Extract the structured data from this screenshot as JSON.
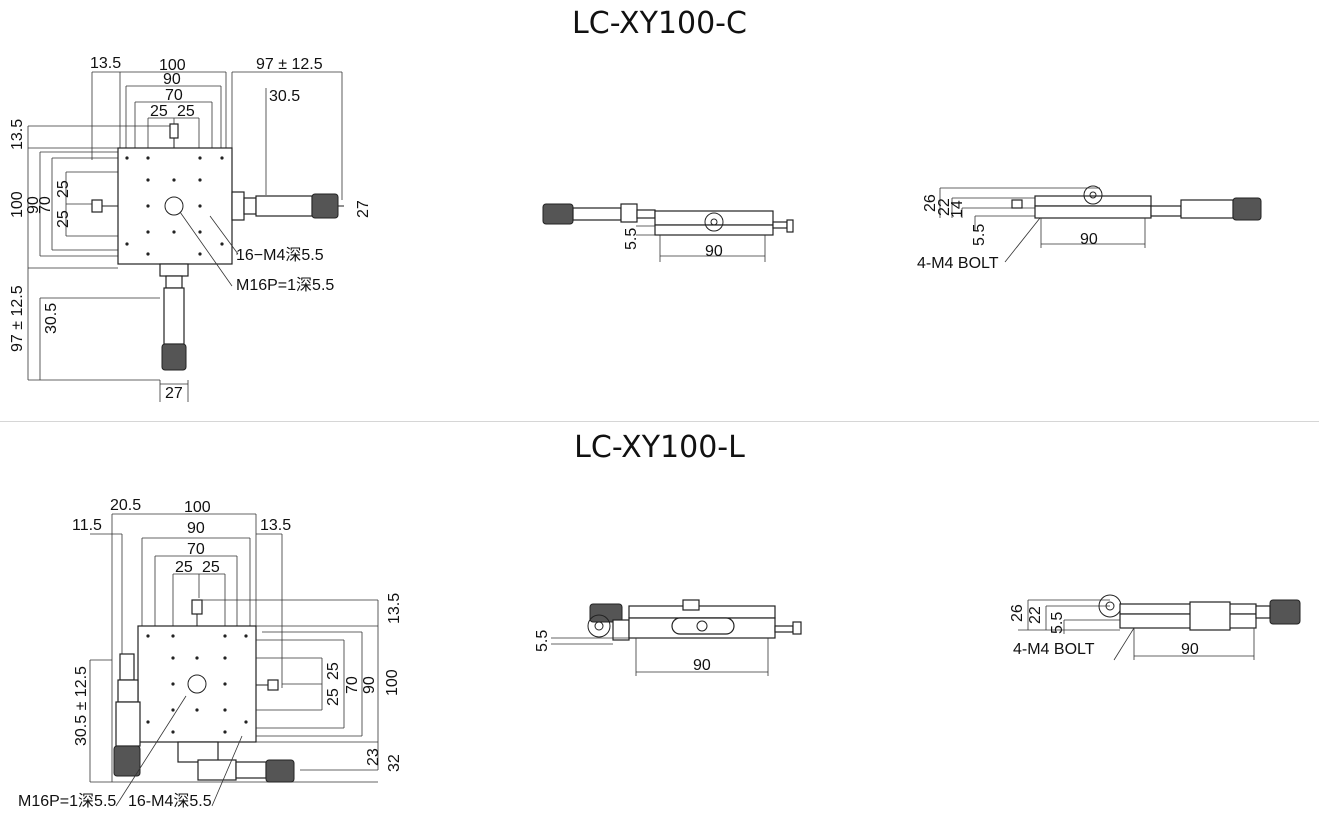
{
  "titles": {
    "c": "LC-XY100-C",
    "l": "LC-XY100-L"
  },
  "c_top": {
    "d_13_5_a": "13.5",
    "d_100": "100",
    "d_90": "90",
    "d_70": "70",
    "d_25a": "25",
    "d_25b": "25",
    "d_97": "97 ± 12.5",
    "d_30_5": "30.5",
    "l_13_5": "13.5",
    "l_100": "100",
    "l_90": "90",
    "l_70": "70",
    "l_25a": "25",
    "l_25b": "25",
    "r_27": "27",
    "l_97": "97 ± 12.5",
    "l_30_5": "30.5",
    "b_27": "27",
    "note_m4": "16−M4深5.5",
    "note_m16": "M16P=1深5.5"
  },
  "c_front": {
    "d_5_5": "5.5",
    "d_90": "90"
  },
  "c_side": {
    "d_26": "26",
    "d_22": "22",
    "d_14": "14",
    "d_5_5": "5.5",
    "d_90": "90",
    "note_bolt": "4-M4 BOLT"
  },
  "l_top": {
    "t_20_5": "20.5",
    "t_100": "100",
    "t_11_5": "11.5",
    "t_90": "90",
    "t_13_5": "13.5",
    "t_70": "70",
    "t_25a": "25",
    "t_25b": "25",
    "r_13_5": "13.5",
    "r_25a": "25",
    "r_25b": "25",
    "r_70": "70",
    "r_90": "90",
    "r_100": "100",
    "r_23": "23",
    "r_32": "32",
    "l_30_5": "30.5 ± 12.5",
    "note_m16": "M16P=1深5.5",
    "note_m4": "16-M4深5.5"
  },
  "l_front": {
    "d_5_5": "5.5",
    "d_90": "90"
  },
  "l_side": {
    "d_26": "26",
    "d_22": "22",
    "d_5_5": "5.5",
    "d_90": "90",
    "note_bolt": "4-M4 BOLT"
  }
}
